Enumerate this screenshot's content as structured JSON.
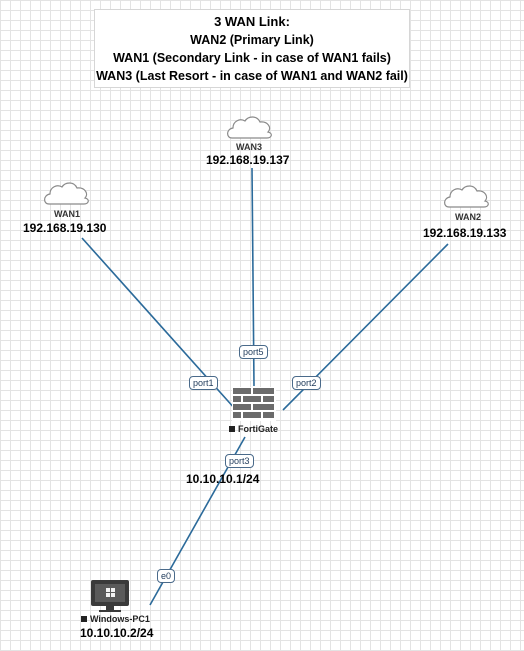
{
  "title": {
    "line1": "3 WAN Link:",
    "line2": "WAN2 (Primary Link)",
    "line3": "WAN1 (Secondary Link - in case of WAN1 fails)",
    "line4": "WAN3 (Last Resort - in case of WAN1 and WAN2 fail)"
  },
  "clouds": {
    "wan1": {
      "name": "WAN1",
      "ip": "192.168.19.130"
    },
    "wan3": {
      "name": "WAN3",
      "ip": "192.168.19.137"
    },
    "wan2": {
      "name": "WAN2",
      "ip": "192.168.19.133"
    }
  },
  "firewall": {
    "name": "FortiGate",
    "lan_ip": "10.10.10.1/24"
  },
  "pc": {
    "name": "Windows-PC1",
    "ip": "10.10.10.2/24"
  },
  "ports": {
    "port1": "port1",
    "port5": "port5",
    "port2": "port2",
    "port3": "port3",
    "e0": "e0"
  },
  "colors": {
    "link": "#2b6a9a",
    "cloud_stroke": "#8a8a8a",
    "firewall": "#6b6b6b"
  }
}
